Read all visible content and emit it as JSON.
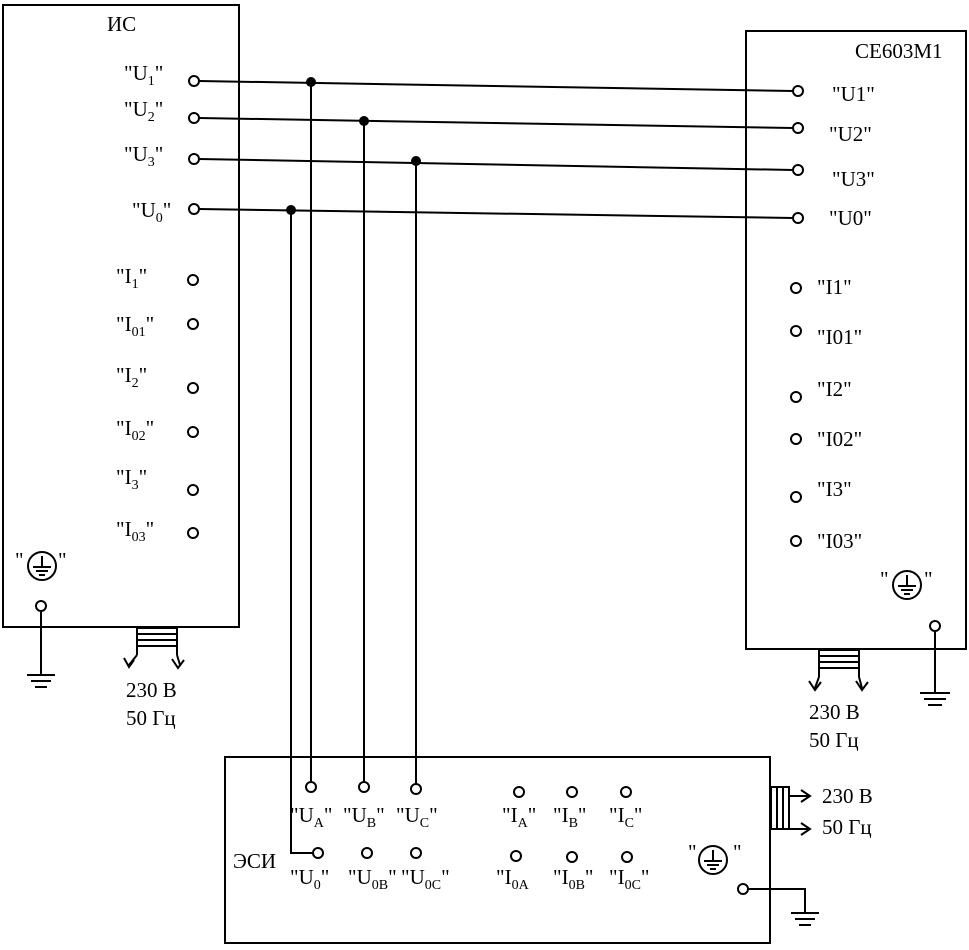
{
  "devices": {
    "is": {
      "title": "ИС",
      "voltage_terminals": [
        {
          "q1": "\"",
          "main": "U",
          "sub": "1",
          "q2": "\""
        },
        {
          "q1": "\"",
          "main": "U",
          "sub": "2",
          "q2": "\""
        },
        {
          "q1": "\"",
          "main": "U",
          "sub": "3",
          "q2": "\""
        },
        {
          "q1": "\"",
          "main": "U",
          "sub": "0",
          "q2": "\""
        }
      ],
      "current_terminals": [
        {
          "q1": "\"",
          "main": "I",
          "sub": "1",
          "q2": "\""
        },
        {
          "q1": "\"",
          "main": "I",
          "sub": "01",
          "q2": "\""
        },
        {
          "q1": "\"",
          "main": "I",
          "sub": "2",
          "q2": "\""
        },
        {
          "q1": "\"",
          "main": "I",
          "sub": "02",
          "q2": "\""
        },
        {
          "q1": "\"",
          "main": "I",
          "sub": "3",
          "q2": "\""
        },
        {
          "q1": "\"",
          "main": "I",
          "sub": "03",
          "q2": "\""
        }
      ],
      "ground_quote_left": "\"",
      "ground_quote_right": "\"",
      "supply_voltage": "230 В",
      "supply_freq": "50 Гц"
    },
    "ce603m1": {
      "title": "СЕ603М1",
      "voltage_terminals": [
        "\"U1\"",
        "\"U2\"",
        "\"U3\"",
        "\"U0\""
      ],
      "current_terminals": [
        "\"I1\"",
        "\"I01\"",
        "\"I2\"",
        "\"I02\"",
        "\"I3\"",
        "\"I03\""
      ],
      "ground_quote_left": "\"",
      "ground_quote_right": "\"",
      "supply_voltage": "230 В",
      "supply_freq": "50 Гц"
    },
    "esi": {
      "title": "ЭСИ",
      "voltage_terminals": [
        {
          "q1": "\"",
          "main": "U",
          "sub": "A",
          "q2": "\""
        },
        {
          "q1": "\"",
          "main": "U",
          "sub": "B",
          "q2": "\""
        },
        {
          "q1": "\"",
          "main": "U",
          "sub": "C",
          "q2": "\""
        }
      ],
      "neutral_terminals": [
        {
          "q1": "\"",
          "main": "U",
          "sub": "0",
          "q2": "\""
        },
        {
          "q1": "\"",
          "main": "U",
          "sub": "0B",
          "q2": "\""
        },
        {
          "q1": "\"",
          "main": "U",
          "sub": "0C",
          "q2": "\""
        }
      ],
      "current_terminals": [
        {
          "q1": "\"",
          "main": "I",
          "sub": "A",
          "q2": "\""
        },
        {
          "q1": "\"",
          "main": "I",
          "sub": "B",
          "q2": "\""
        },
        {
          "q1": "\"",
          "main": "I",
          "sub": "C",
          "q2": "\""
        }
      ],
      "current_neutral_terminals": [
        {
          "q1": "\"",
          "main": "I",
          "sub": "0A",
          "q2": ""
        },
        {
          "q1": "\"",
          "main": "I",
          "sub": "0B",
          "q2": "\""
        },
        {
          "q1": "\"",
          "main": "I",
          "sub": "0C",
          "q2": "\""
        }
      ],
      "ground_quote_left": "\"",
      "ground_quote_right": "\"",
      "supply_voltage": "230 В",
      "supply_freq": "50 Гц"
    }
  }
}
